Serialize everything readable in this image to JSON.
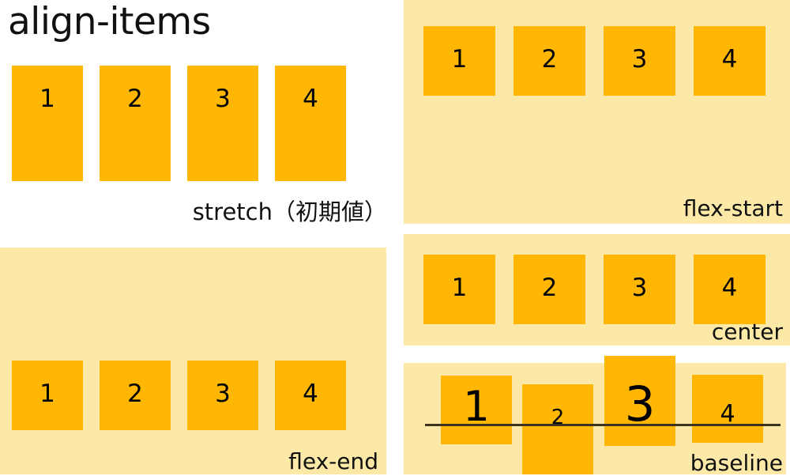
{
  "title": "align-items",
  "colors": {
    "box": "#ffb703",
    "panel_background": "#fce9a8",
    "page_background": "#ffffff",
    "text": "#111111",
    "baseline_rule": "#3b3220"
  },
  "panels": [
    {
      "id": "stretch",
      "caption": "stretch（初期値）",
      "tinted": false,
      "items": [
        {
          "label": "1"
        },
        {
          "label": "2"
        },
        {
          "label": "3"
        },
        {
          "label": "4"
        }
      ]
    },
    {
      "id": "flex-start",
      "caption": "flex-start",
      "tinted": true,
      "items": [
        {
          "label": "1"
        },
        {
          "label": "2"
        },
        {
          "label": "3"
        },
        {
          "label": "4"
        }
      ]
    },
    {
      "id": "flex-end",
      "caption": "flex-end",
      "tinted": true,
      "items": [
        {
          "label": "1"
        },
        {
          "label": "2"
        },
        {
          "label": "3"
        },
        {
          "label": "4"
        }
      ]
    },
    {
      "id": "center",
      "caption": "center",
      "tinted": true,
      "items": [
        {
          "label": "1"
        },
        {
          "label": "2"
        },
        {
          "label": "3"
        },
        {
          "label": "4"
        }
      ]
    },
    {
      "id": "baseline",
      "caption": "baseline",
      "tinted": true,
      "items": [
        {
          "label": "1"
        },
        {
          "label": "2"
        },
        {
          "label": "3"
        },
        {
          "label": "4"
        }
      ]
    }
  ]
}
